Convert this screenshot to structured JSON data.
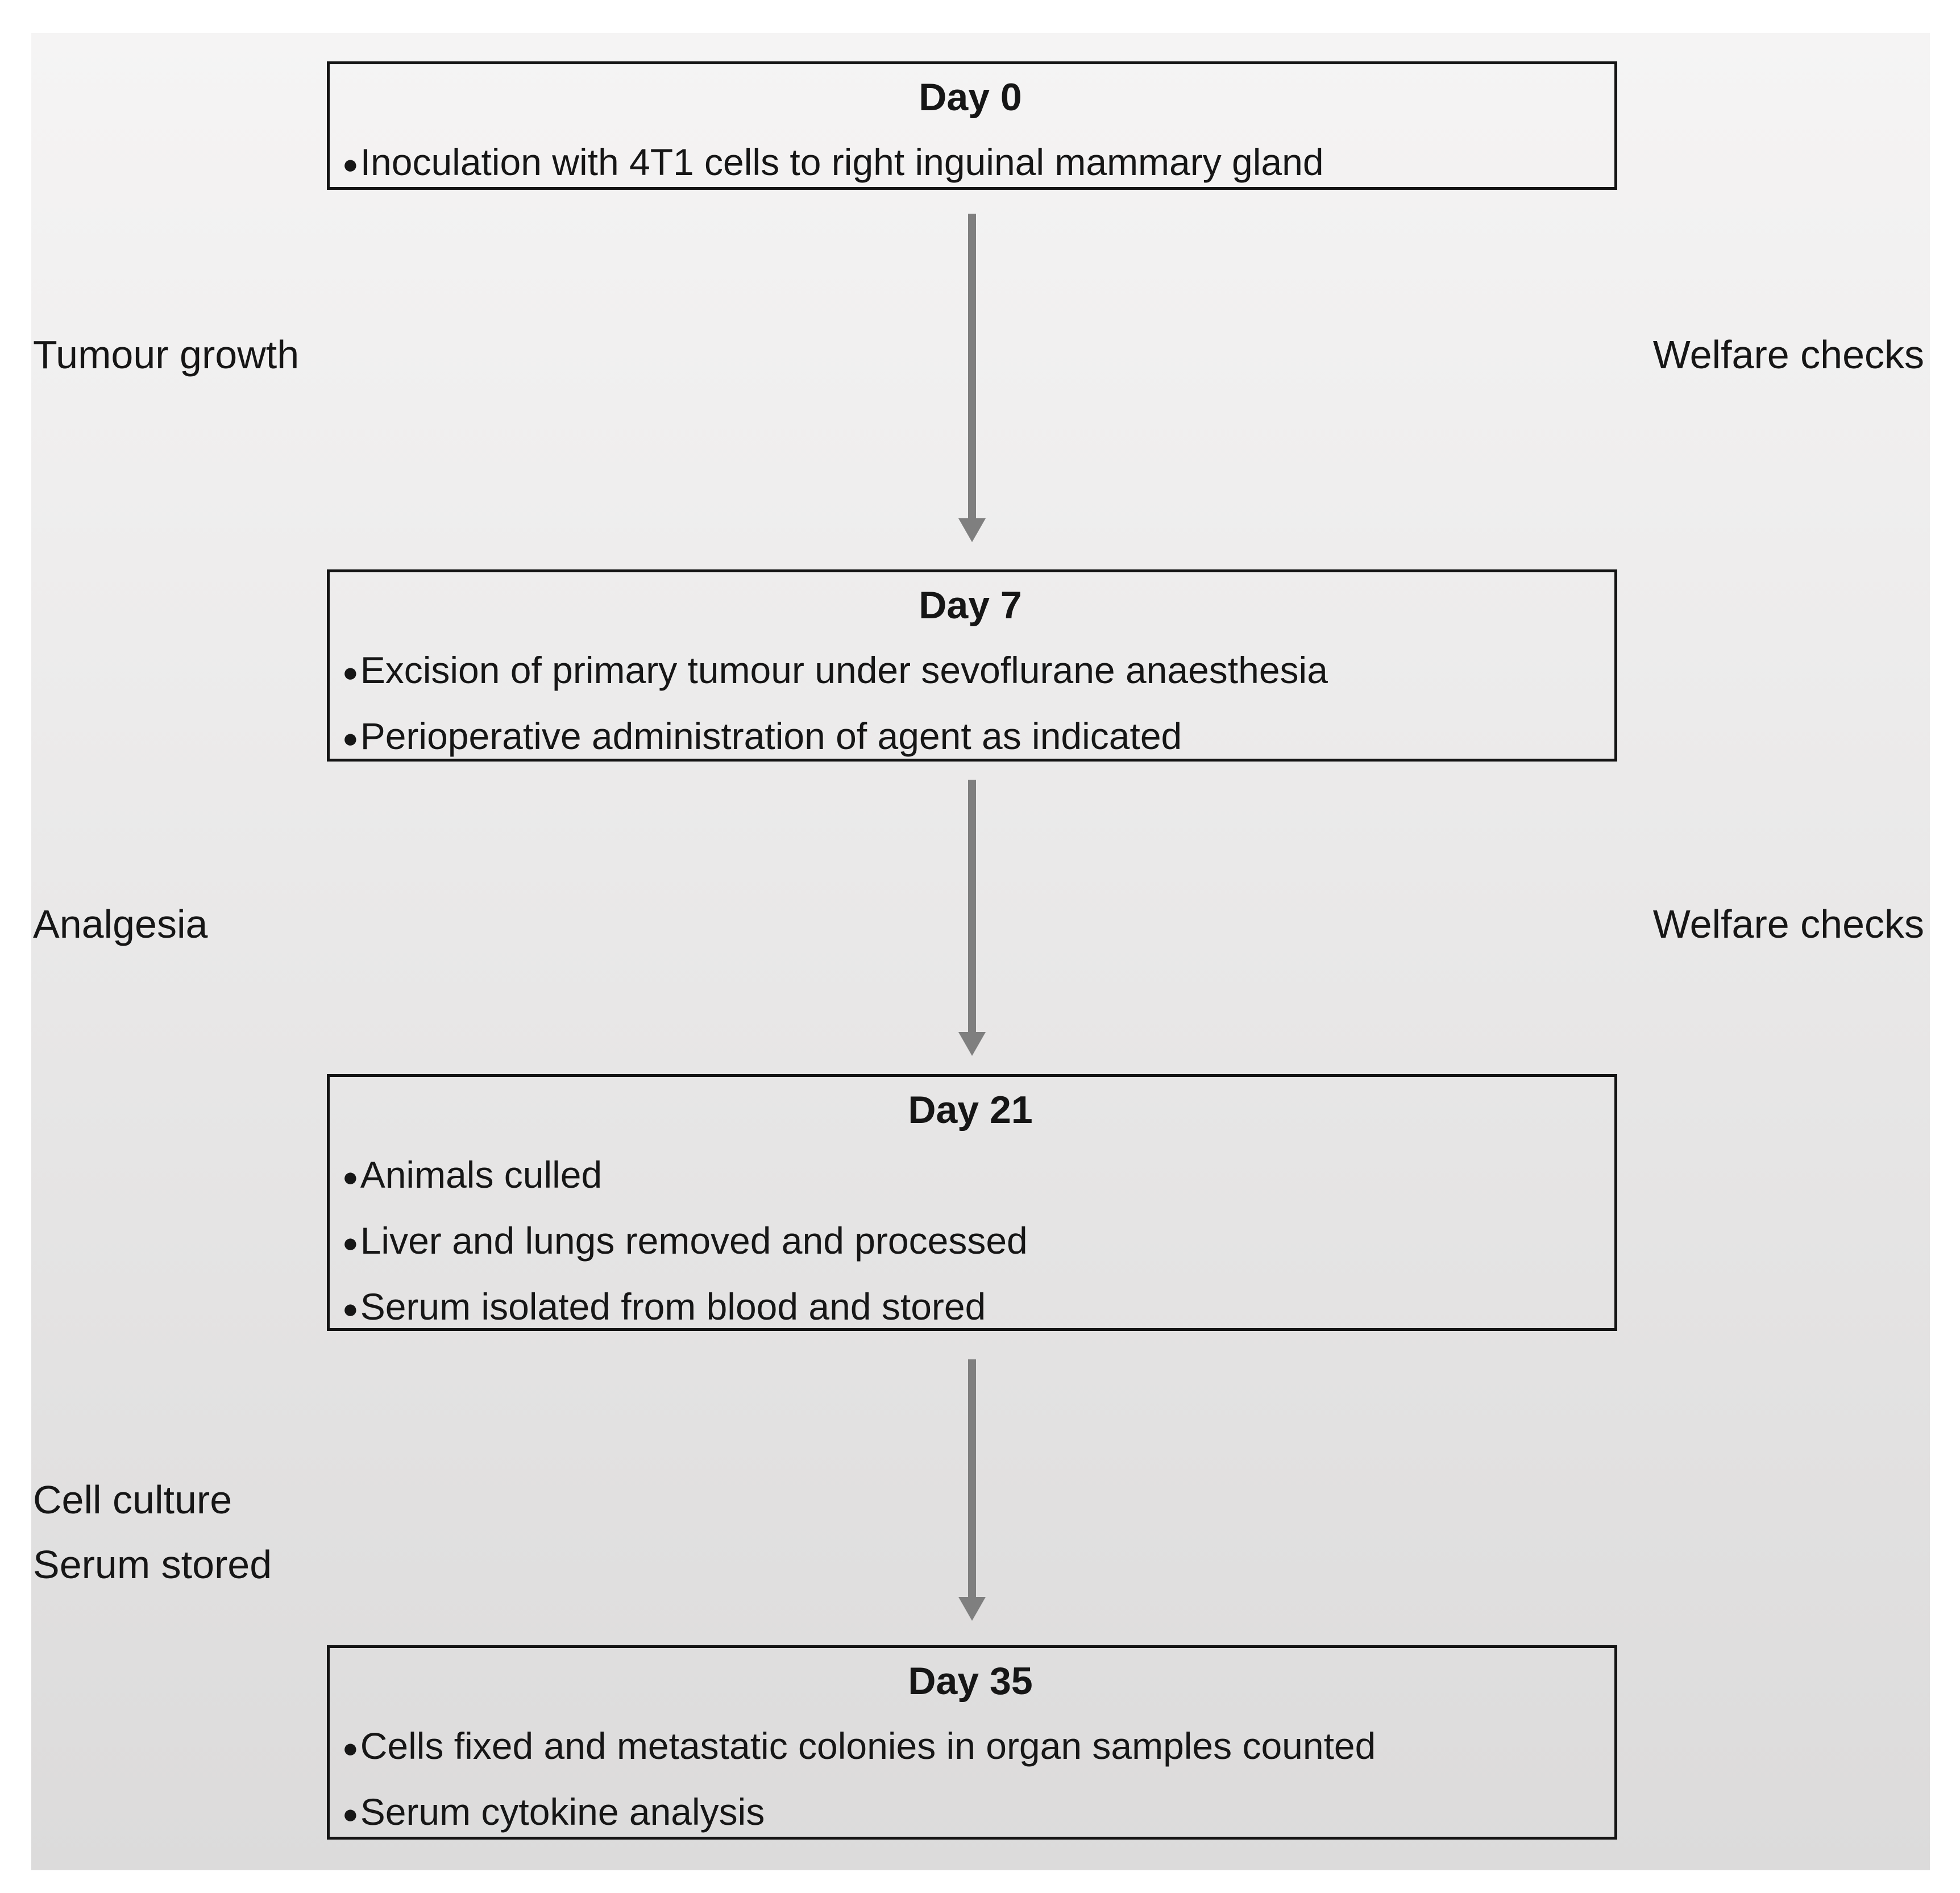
{
  "diagram": {
    "bullet_char": "●",
    "stages": [
      {
        "title": "Day 0",
        "bullets": [
          "Inoculation with 4T1 cells to right inguinal mammary gland"
        ]
      },
      {
        "title": "Day 7",
        "bullets": [
          "Excision of primary tumour under sevoflurane anaesthesia",
          "Perioperative administration of agent as indicated"
        ]
      },
      {
        "title": "Day 21",
        "bullets": [
          "Animals culled",
          "Liver and lungs removed and processed",
          "Serum isolated from blood and stored"
        ]
      },
      {
        "title": "Day 35",
        "bullets": [
          "Cells fixed and metastatic colonies in organ samples counted",
          "Serum cytokine analysis"
        ]
      }
    ],
    "left_labels": [
      {
        "text": "Tumour growth"
      },
      {
        "text": "Analgesia"
      },
      {
        "lines": [
          "Cell culture",
          "Serum stored"
        ]
      }
    ],
    "right_labels": [
      {
        "text": "Welfare checks"
      },
      {
        "text": "Welfare checks"
      }
    ],
    "colors": {
      "text": "#161616",
      "border": "#141414",
      "arrow": "#7f7f7f",
      "bg_top": "#f5f4f4",
      "bg_mid": "#eae9e9",
      "bg_bottom": "#dcdbdb",
      "page_bg": "#ffffff"
    }
  }
}
